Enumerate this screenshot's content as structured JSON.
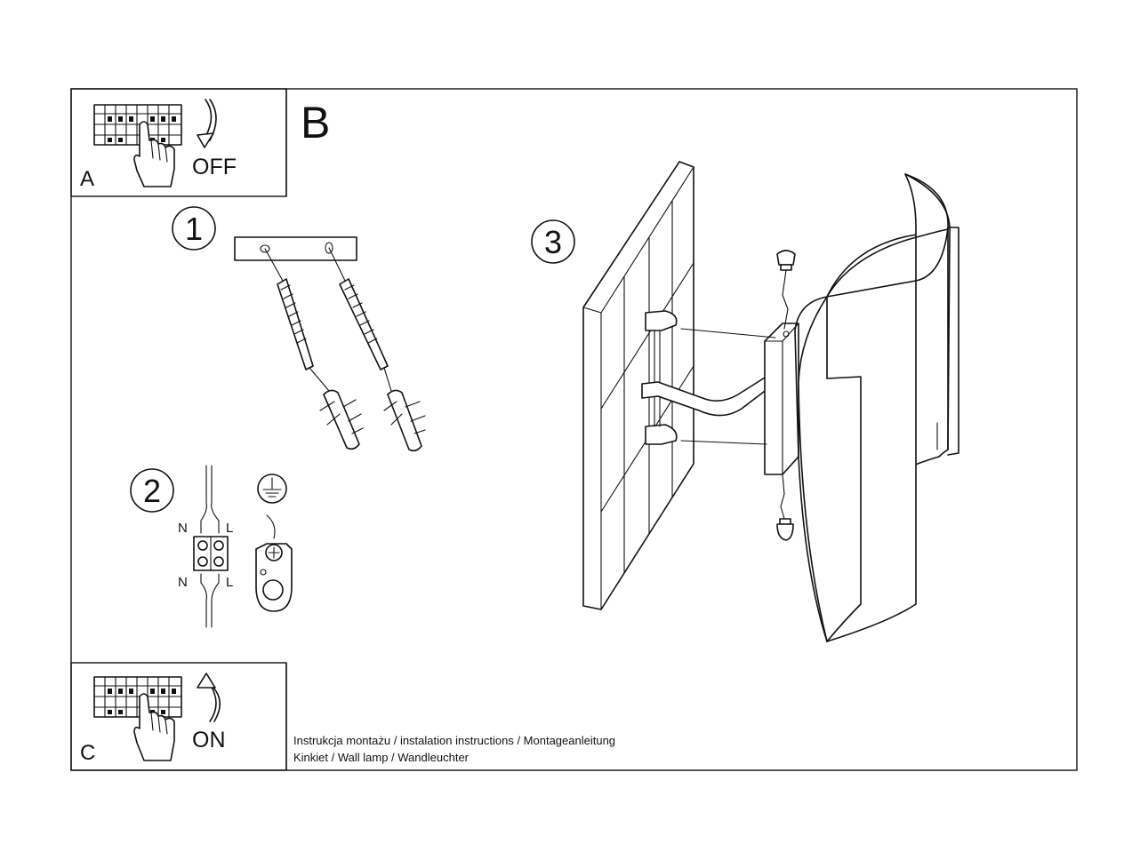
{
  "panel_a": {
    "letter": "A",
    "action": "OFF"
  },
  "panel_b": {
    "letter": "B"
  },
  "panel_c": {
    "letter": "C",
    "action": "ON"
  },
  "steps": [
    {
      "number": "1"
    },
    {
      "number": "2"
    },
    {
      "number": "3"
    }
  ],
  "wiring": {
    "neutral": "N",
    "live": "L"
  },
  "footer": {
    "line1": "Instrukcja montażu / instalation instructions / Montageanleitung",
    "line2": "Kinkiet / Wall lamp / Wandleuchter"
  },
  "icons": [
    "circuit-breaker-icon",
    "hand-icon",
    "arrow-down-icon",
    "arrow-up-icon",
    "ground-symbol-icon",
    "screw-icon",
    "wall-plug-icon",
    "terminal-block-icon"
  ]
}
